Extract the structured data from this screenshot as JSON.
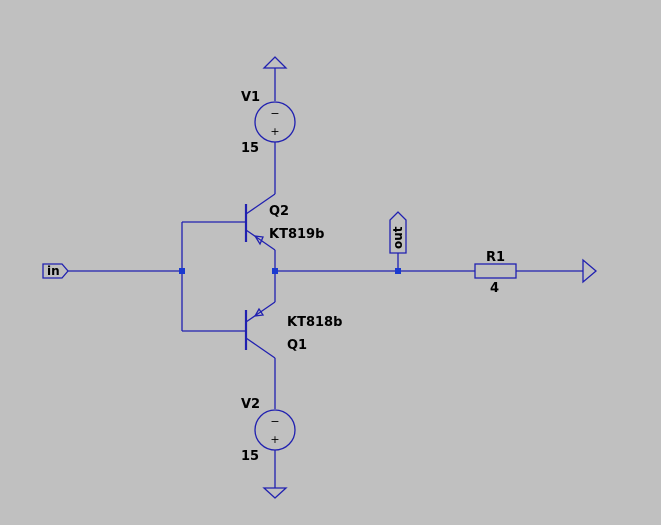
{
  "colors": {
    "background": "#c0c0c0",
    "wire": "#2020b0",
    "junction": "#1a3ad0",
    "text": "#000000"
  },
  "components": {
    "v1": {
      "name": "V1",
      "value": "15",
      "plus": "+",
      "minus": "−"
    },
    "v2": {
      "name": "V2",
      "value": "15",
      "plus": "+",
      "minus": "−"
    },
    "q1": {
      "name": "Q1",
      "model": "KT818b"
    },
    "q2": {
      "name": "Q2",
      "model": "KT819b"
    },
    "r1": {
      "name": "R1",
      "value": "4"
    }
  },
  "net_labels": {
    "input": "in",
    "output": "out"
  },
  "symbols": [
    "ground-symbol",
    "ground-symbol",
    "ground-symbol"
  ]
}
